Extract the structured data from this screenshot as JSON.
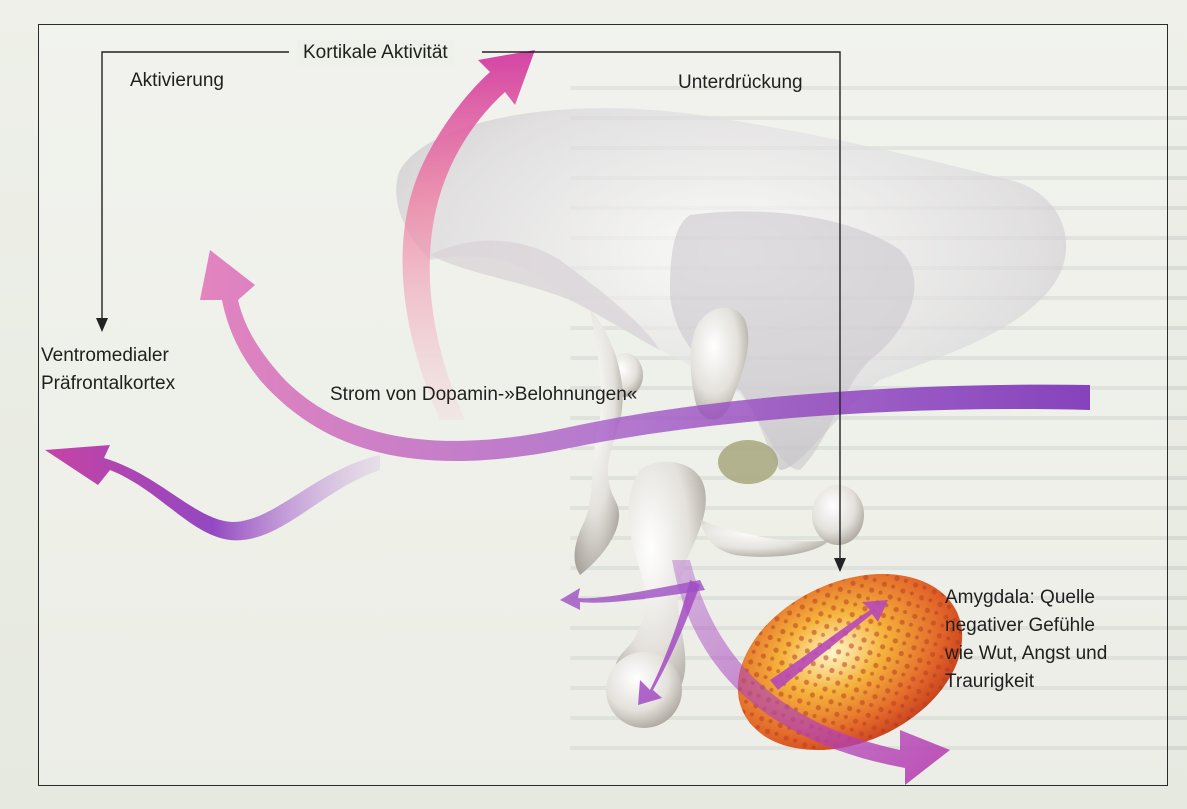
{
  "labels": {
    "kortikal": "Kortikale Aktivität",
    "aktivierung": "Aktivierung",
    "unterdrueckung": "Unterdrückung",
    "vmpfc": [
      "Ventromedialer",
      "Präfrontalkortex"
    ],
    "dopamin": "Strom von Dopamin-»Belohnungen«",
    "amygdala": [
      "Amygdala: Quelle",
      "negativer Gefühle",
      "wie Wut, Angst und",
      "Traurigkeit"
    ]
  },
  "colors": {
    "line": "#222222",
    "amygdala": "#e2652a",
    "stream_purple": "#7a2fb7",
    "stream_pink": "#d23aa0"
  }
}
